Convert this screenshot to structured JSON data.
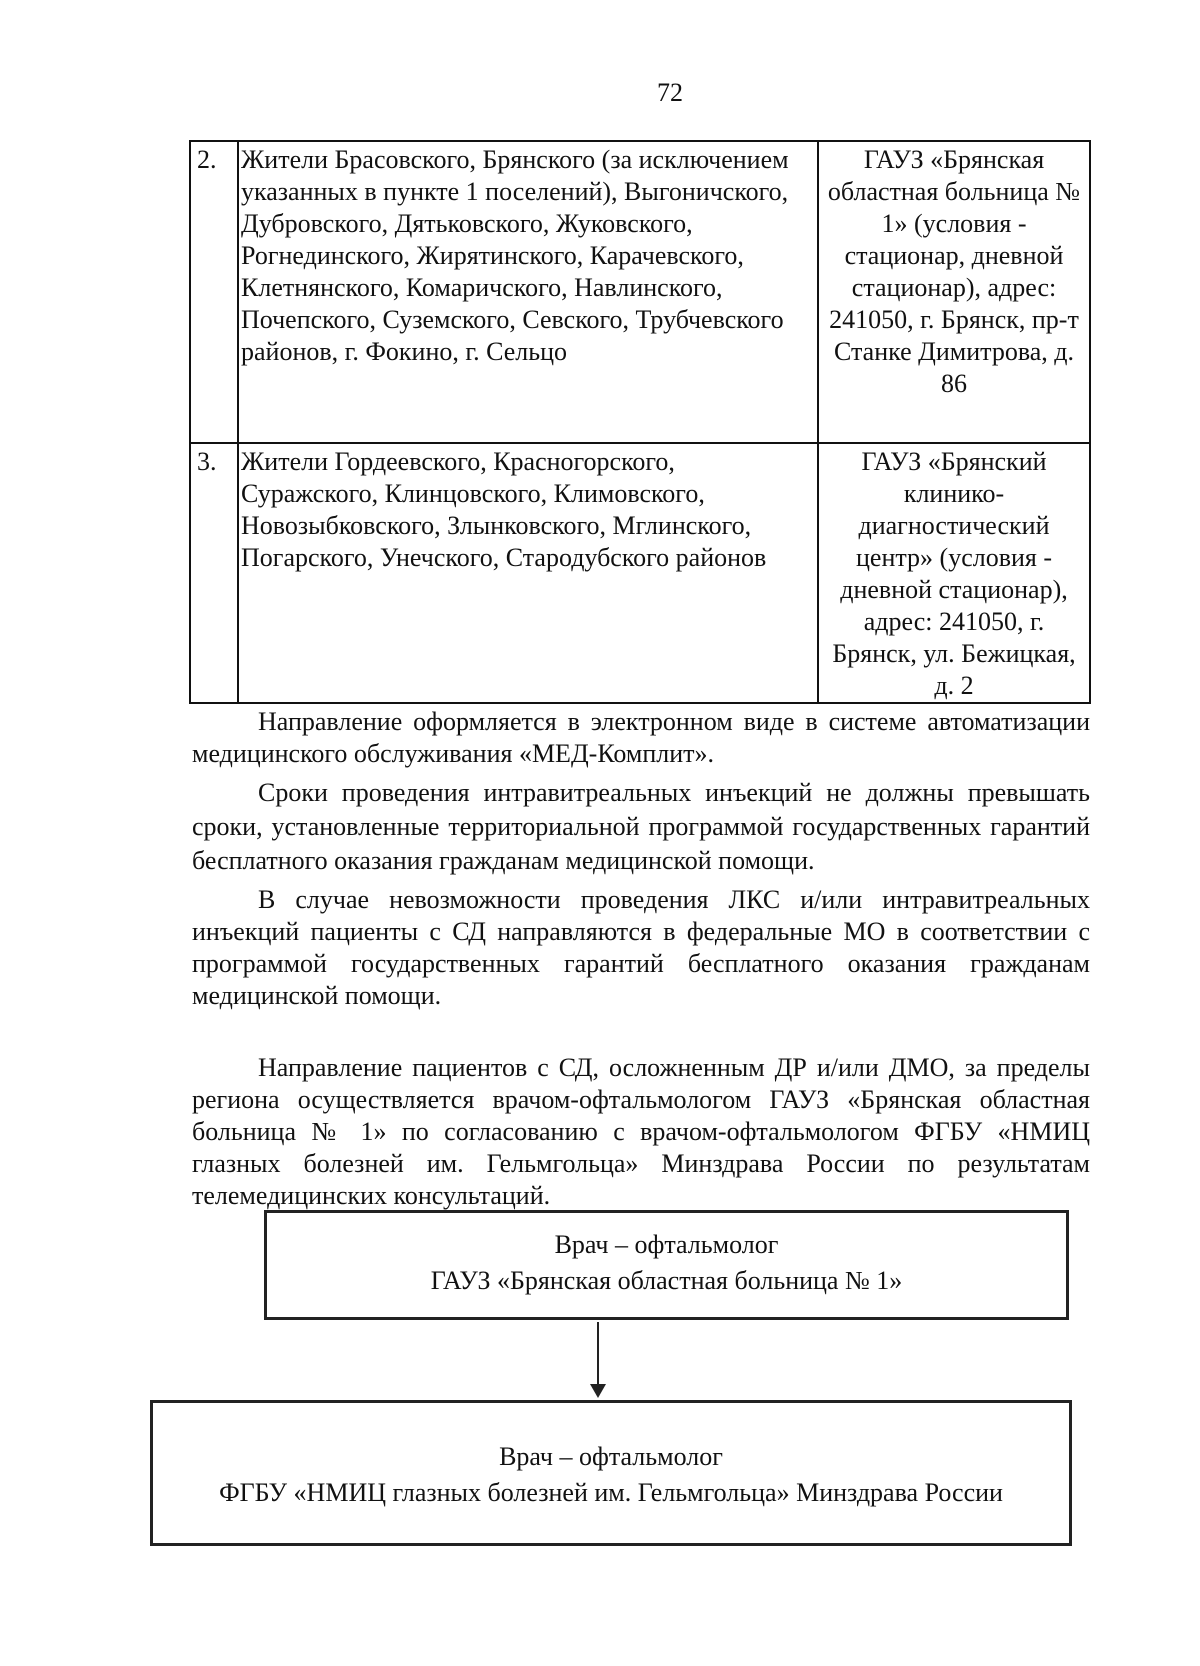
{
  "page": {
    "number": "72"
  },
  "table": {
    "rows": [
      {
        "num": "2.",
        "residents": "Жители Брасовского, Брянского (за исключением указанных в пункте 1 поселений), Выгоничского, Дубровского, Дятьковского, Жуковского, Рогнединского, Жирятинского, Карачевского, Клетнянского, Комаричского, Навлинского, Почепского, Суземского, Севского, Трубчевского районов, г. Фокино, г. Сельцо",
        "institution": "ГАУЗ «Брянская областная больница № 1» (условия - стационар, дневной стационар), адрес: 241050, г. Брянск, пр-т Станке Димитрова, д. 86"
      },
      {
        "num": "3.",
        "residents": "Жители Гордеевского, Красногорского, Суражского, Клинцовского, Климовского, Новозыбковского, Злынковского, Мглинского, Погарского, Унечского, Стародубского районов",
        "institution": "ГАУЗ «Брянский клинико-диагностический центр» (условия - дневной стационар), адрес: 241050, г. Брянск, ул. Бежицкая, д. 2"
      }
    ]
  },
  "paragraphs": [
    "Направление оформляется в электронном виде в системе автоматизации медицинского обслуживания «МЕД-Комплит».",
    "Сроки проведения интравитреальных инъекций не должны превышать сроки, установленные территориальной программой государственных гарантий бесплатного оказания гражданам медицинской помощи.",
    "В случае невозможности проведения ЛКС и/или интравитреальных инъекций пациенты с СД направляются в федеральные МО в соответствии с программой государственных гарантий бесплатного оказания гражданам медицинской помощи.",
    "Направление пациентов с СД, осложненным ДР и/или ДМО, за пределы региона осуществляется врачом-офтальмологом ГАУЗ «Брянская областная больница № 1» по согласованию с врачом-офтальмологом ФГБУ «НМИЦ глазных болезней им. Гельмгольца» Минздрава России по результатам телемедицинских консультаций."
  ],
  "flowchart": {
    "top_box": {
      "line1": "Врач – офтальмолог",
      "line2": "ГАУЗ «Брянская областная больница № 1»"
    },
    "bottom_box": {
      "line1": "Врач – офтальмолог",
      "line2": "ФГБУ «НМИЦ глазных болезней им. Гельмгольца» Минздрава России"
    }
  }
}
